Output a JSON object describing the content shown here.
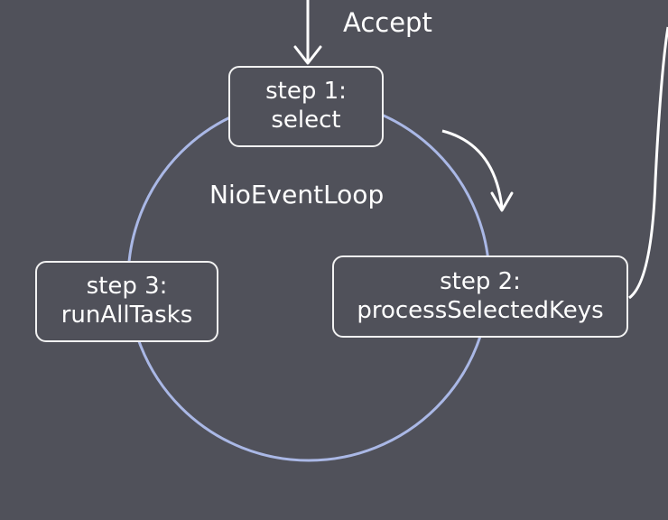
{
  "diagram": {
    "accept_label": "Accept",
    "loop_label": "NioEventLoop",
    "steps": [
      {
        "number": "step 1:",
        "name": "select"
      },
      {
        "number": "step 2:",
        "name": "processSelectedKeys"
      },
      {
        "number": "step 3:",
        "name": "runAllTasks"
      }
    ]
  },
  "colors": {
    "background": "#50515a",
    "loop_circle": "#aab8e6",
    "arrows": "#ffffff",
    "box_border": "#f2f2f2",
    "text": "#ffffff"
  }
}
